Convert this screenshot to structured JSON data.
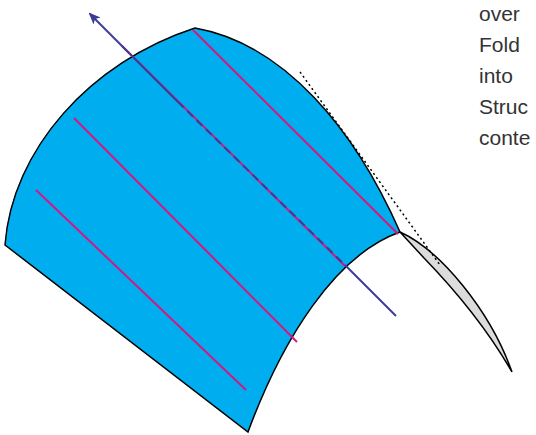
{
  "diagram": {
    "labels": [
      "over",
      "Fold",
      "into",
      "Struc",
      "conte"
    ]
  }
}
